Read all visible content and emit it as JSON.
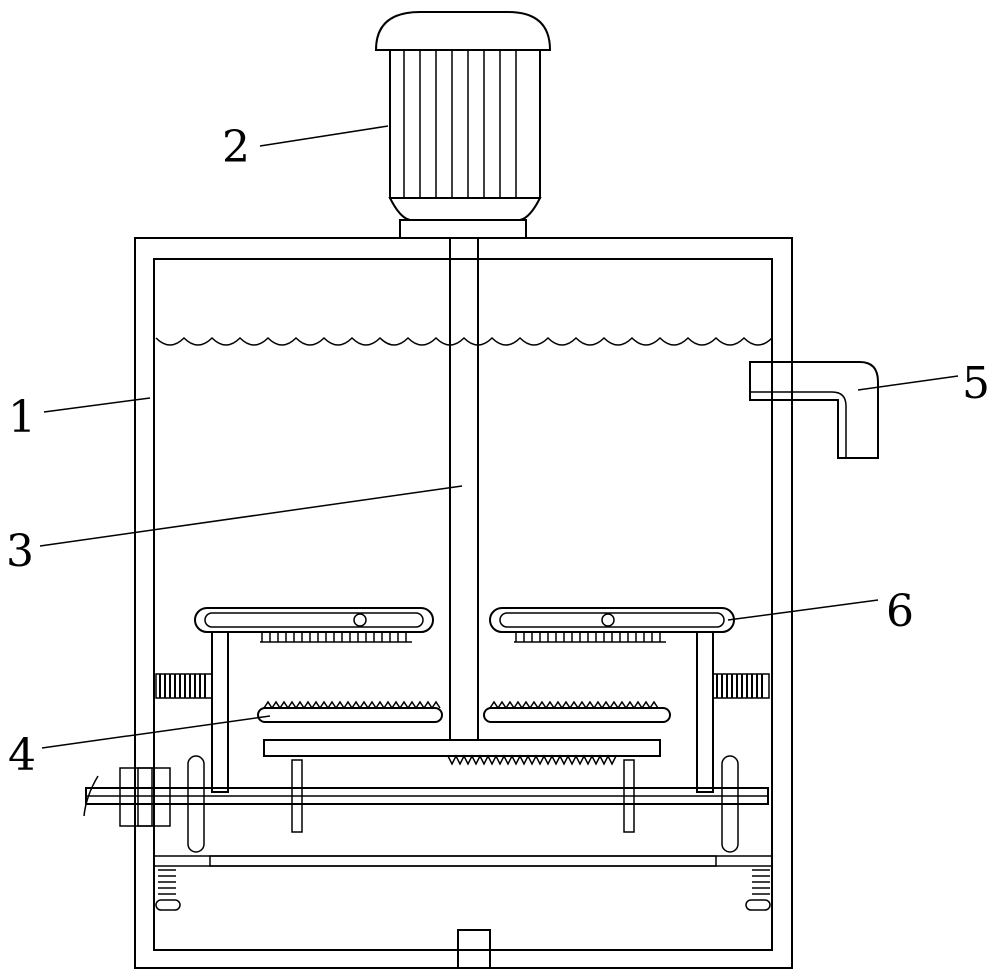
{
  "figure": {
    "labels": [
      {
        "id": "1",
        "text": "1"
      },
      {
        "id": "2",
        "text": "2"
      },
      {
        "id": "3",
        "text": "3"
      },
      {
        "id": "4",
        "text": "4"
      },
      {
        "id": "5",
        "text": "5"
      },
      {
        "id": "6",
        "text": "6"
      }
    ]
  },
  "colors": {
    "line": "#000000",
    "background": "#ffffff"
  }
}
